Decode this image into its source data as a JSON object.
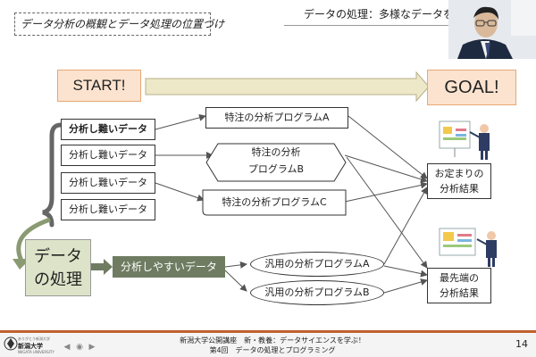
{
  "slide": {
    "title": "データ分析の概観とデータ処理の位置づけ",
    "header_right": "データの処理：多様なデータを利"
  },
  "flow": {
    "start": "START!",
    "goal": "GOAL!",
    "hard_data": [
      "分析し難いデータ",
      "分析し難いデータ",
      "分析し難いデータ",
      "分析し難いデータ"
    ],
    "data_processing": [
      "データ",
      "の処理"
    ],
    "easy_data": "分析しやすいデータ",
    "special_programs": [
      "特注の分析プログラムA",
      "特注の分析",
      "プログラムB",
      "特注の分析プログラムC"
    ],
    "general_programs": [
      "汎用の分析プログラムA",
      "汎用の分析プログラムB"
    ],
    "results": [
      {
        "line1": "お定まりの",
        "line2": "分析結果"
      },
      {
        "line1": "最先端の",
        "line2": "分析結果"
      }
    ]
  },
  "footer": {
    "line1": "新潟大学公開講座　新・教養：データサイエンスを学ぶ！",
    "line2": "第4回　データの処理とプログラミング",
    "page": "14",
    "logo_name": "新潟大学",
    "logo_sub": "ありがとう新潟大学",
    "logo_sub2": "NIIGATA UNIVERSITY"
  },
  "colors": {
    "accent_orange": "#c0612e",
    "start_goal_fill": "#fbe3cf",
    "arrow_fill": "#ede8c8",
    "data_proc_fill": "#dde3c8",
    "easy_data_fill": "#6f7c62"
  }
}
